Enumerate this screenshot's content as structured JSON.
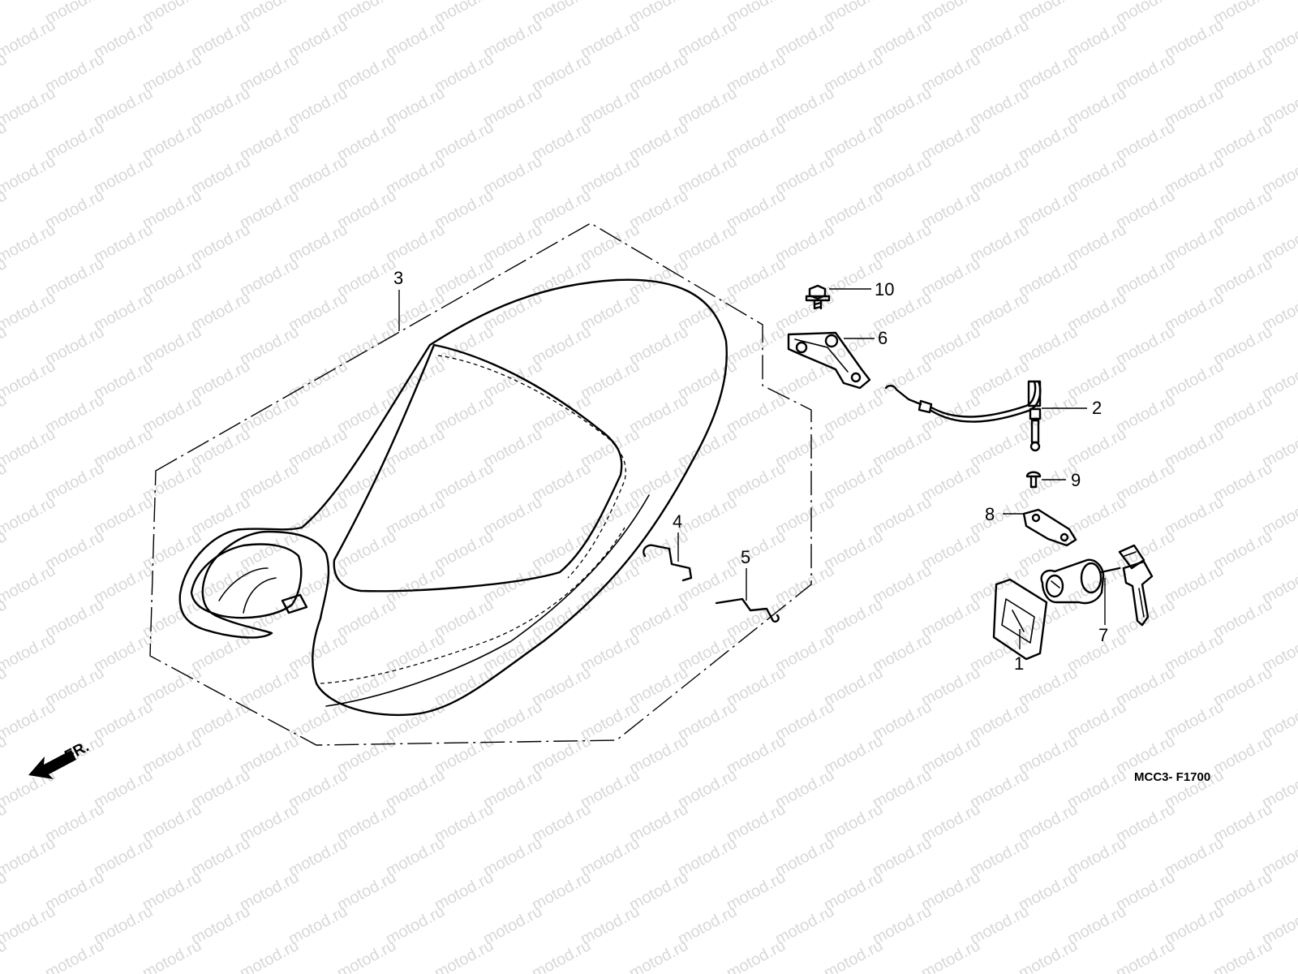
{
  "watermark": "motod.ru",
  "diagram_code": "MCC3- F1700",
  "direction_label": "FR.",
  "callouts": [
    "1",
    "2",
    "3",
    "4",
    "5",
    "6",
    "7",
    "8",
    "9",
    "10"
  ],
  "colors": {
    "ink": "#000000",
    "watermark": "#d8d8d8",
    "background": "#ffffff"
  }
}
